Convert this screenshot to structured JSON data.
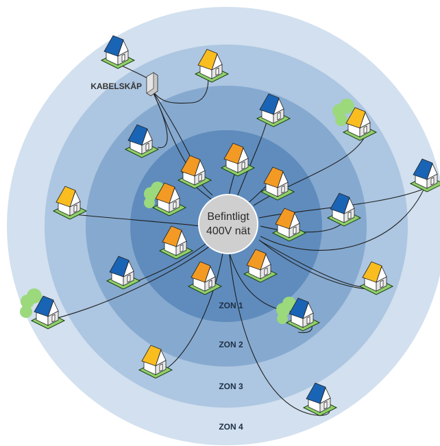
{
  "center": {
    "line1": "Befintligt",
    "line2": "400V nät"
  },
  "cabinet": {
    "label": "KABELSKÅP"
  },
  "zones": [
    {
      "id": "zone-1",
      "label": "ZON 1",
      "color": "#5f8cbd"
    },
    {
      "id": "zone-2",
      "label": "ZON 2",
      "color": "#86a9cf"
    },
    {
      "id": "zone-3",
      "label": "ZON 3",
      "color": "#adc6e1"
    },
    {
      "id": "zone-4",
      "label": "ZON 4",
      "color": "#d2e0ef"
    }
  ],
  "colors": {
    "house_orange_roof": "#f39a24",
    "house_yellow_roof": "#f9bd1f",
    "house_blue_roof": "#1a64b5",
    "lawn": "#8fd06a",
    "tree": "#9bd97c",
    "center": "#cfcfcf"
  }
}
